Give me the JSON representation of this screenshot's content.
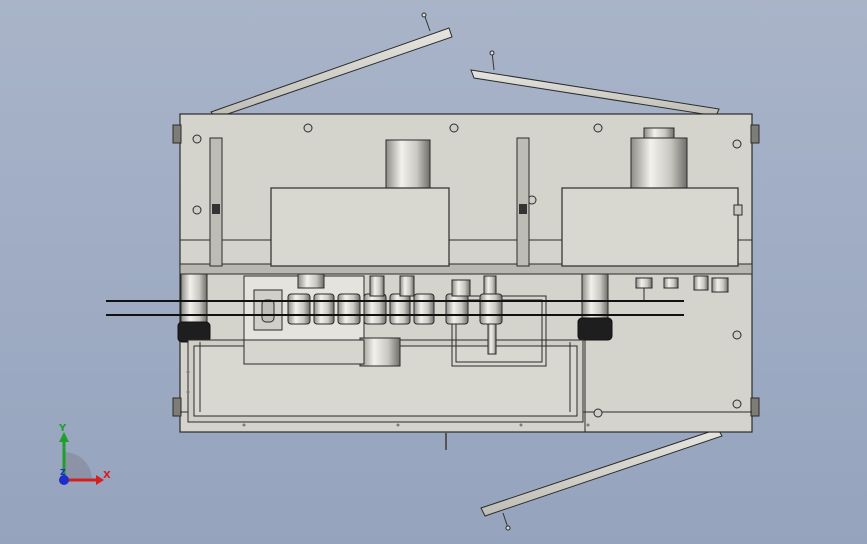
{
  "viewport": {
    "background_top": "#a9b4c9",
    "background_bottom": "#95a3bd"
  },
  "model": {
    "plate_color": "#d4d3cc",
    "edge_color": "#2b2b2b",
    "part_color": "#dcdbd5",
    "rail_color": "#111111"
  },
  "triad": {
    "x_label": "X",
    "y_label": "Y",
    "z_label": "Z",
    "x_color": "#d62020",
    "y_color": "#1f9e2a",
    "z_color": "#1c2fc7"
  }
}
